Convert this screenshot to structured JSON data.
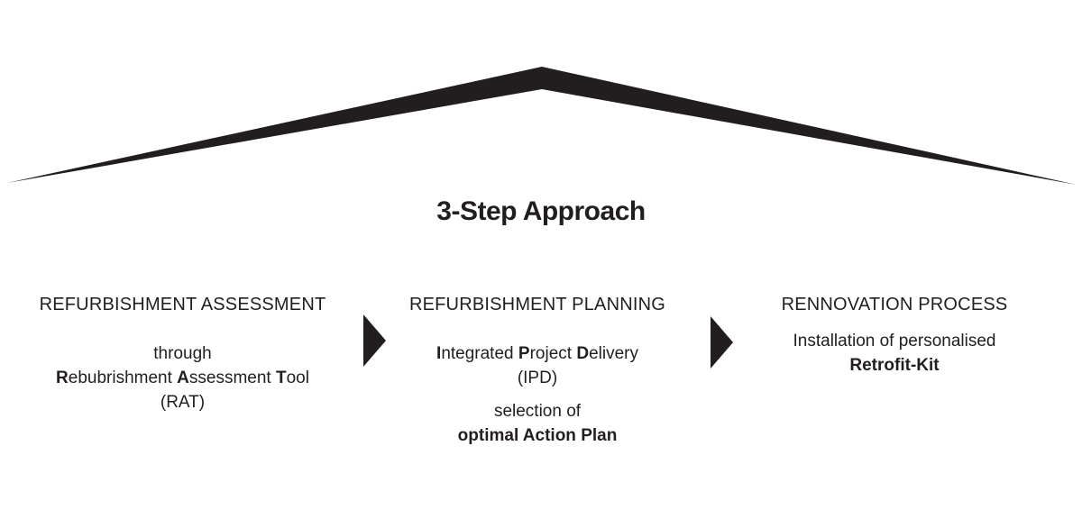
{
  "title": "3-Step Approach",
  "colors": {
    "ink": "#221e1f",
    "background": "#ffffff"
  },
  "roof": {
    "icon": "roof-chevron-icon"
  },
  "arrows": [
    {
      "icon": "arrow-right-icon"
    },
    {
      "icon": "arrow-right-icon"
    }
  ],
  "steps": [
    {
      "heading": "REFURBISHMENT ASSESSMENT",
      "lines": [
        {
          "segments": [
            {
              "text": "through",
              "bold": false
            }
          ]
        },
        {
          "segments": [
            {
              "text": "R",
              "bold": true
            },
            {
              "text": "ebubrishment ",
              "bold": false
            },
            {
              "text": "A",
              "bold": true
            },
            {
              "text": "ssessment ",
              "bold": false
            },
            {
              "text": "T",
              "bold": true
            },
            {
              "text": "ool",
              "bold": false
            }
          ]
        },
        {
          "segments": [
            {
              "text": "(RAT)",
              "bold": false
            }
          ]
        }
      ]
    },
    {
      "heading": "REFURBISHMENT PLANNING",
      "lines": [
        {
          "segments": [
            {
              "text": "I",
              "bold": true
            },
            {
              "text": "ntegrated ",
              "bold": false
            },
            {
              "text": "P",
              "bold": true
            },
            {
              "text": "roject ",
              "bold": false
            },
            {
              "text": "D",
              "bold": true
            },
            {
              "text": "elivery",
              "bold": false
            }
          ]
        },
        {
          "segments": [
            {
              "text": "(IPD)",
              "bold": false
            }
          ]
        },
        {
          "segments": [
            {
              "text": "selection of",
              "bold": false
            }
          ]
        },
        {
          "segments": [
            {
              "text": "optimal Action Plan",
              "bold": true
            }
          ]
        }
      ]
    },
    {
      "heading": "RENNOVATION PROCESS",
      "lines": [
        {
          "segments": [
            {
              "text": "Installation of personalised",
              "bold": false
            }
          ]
        },
        {
          "segments": [
            {
              "text": "Retrofit-Kit",
              "bold": true
            }
          ]
        }
      ]
    }
  ]
}
